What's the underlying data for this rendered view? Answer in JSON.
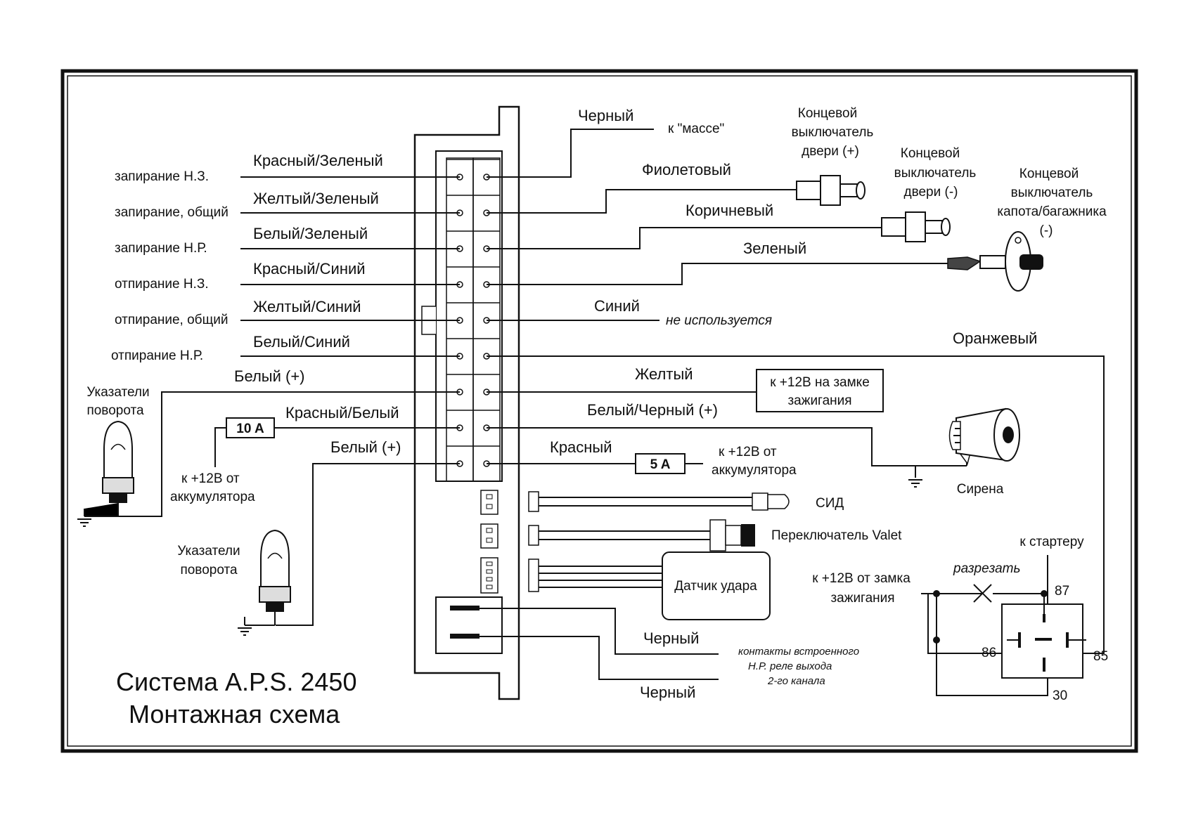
{
  "title": {
    "line1": "Система A.P.S. 2450",
    "line2": "Монтажная схема"
  },
  "left_functions": [
    "запирание Н.З.",
    "запирание, общий",
    "запирание Н.Р.",
    "отпирание Н.З.",
    "отпирание, общий",
    "отпирание Н.Р."
  ],
  "left_wires": [
    "Красный/Зеленый",
    "Желтый/Зеленый",
    "Белый/Зеленый",
    "Красный/Синий",
    "Желтый/Синий",
    "Белый/Синий",
    "Белый (+)",
    "Красный/Белый",
    "Белый (+)"
  ],
  "right_wires": [
    "Черный",
    "Фиолетовый",
    "Коричневый",
    "Зеленый",
    "Синий",
    "Оранжевый",
    "Желтый",
    "Белый/Черный (+)",
    "Красный"
  ],
  "destinations": {
    "ground": "к \"массе\"",
    "unused": "не используется",
    "ign_box_line1": "к +12В на замке",
    "ign_box_line2": "зажигания",
    "battery_right_line1": "к +12В от",
    "battery_right_line2": "аккумулятора",
    "battery_left_line1": "к +12В от",
    "battery_left_line2": "аккумулятора"
  },
  "fuses": {
    "main": "10 A",
    "secondary": "5 A"
  },
  "switches": {
    "door_plus": [
      "Концевой",
      "выключатель",
      "двери (+)"
    ],
    "door_minus": [
      "Концевой",
      "выключатель",
      "двери (-)"
    ],
    "hood": [
      "Концевой",
      "выключатель",
      "капота/багажника",
      "(-)"
    ]
  },
  "turn_signals": {
    "upper": [
      "Указатели",
      "поворота"
    ],
    "lower": [
      "Указатели",
      "поворота"
    ]
  },
  "siren": "Сирена",
  "peripherals": {
    "led": "СИД",
    "valet": "Переключатель Valet",
    "shock": "Датчик удара"
  },
  "bottom_wires": {
    "black1": "Черный",
    "black2": "Черный",
    "note": [
      "контакты встроенного",
      "Н.Р. реле выхода",
      "2-го канала"
    ]
  },
  "relay": {
    "to_starter": "к стартеру",
    "cut": "разрезать",
    "ign_line1": "к +12В от замка",
    "ign_line2": "зажигания",
    "pin87": "87",
    "pin86": "86",
    "pin85": "85",
    "pin30": "30"
  }
}
